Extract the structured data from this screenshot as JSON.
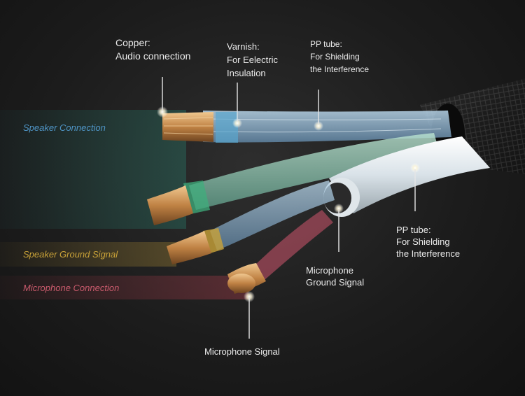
{
  "bands": [
    {
      "id": "speaker-connection",
      "label": "Speaker Connection",
      "color": "#3f86b8"
    },
    {
      "id": "speaker-ground",
      "label": "Speaker Ground Signal",
      "color": "#c9a238"
    },
    {
      "id": "microphone-connection",
      "label": "Microphone Connection",
      "color": "#c34a5c"
    }
  ],
  "callouts": {
    "copper": [
      "Copper:",
      "Audio connection"
    ],
    "varnish": [
      "Varnish:",
      "For Eelectric",
      "Insulation"
    ],
    "pp_tube_top": [
      "PP tube:",
      "For Shielding",
      "the Interference"
    ],
    "pp_tube_right": [
      "PP tube:",
      "For Shielding",
      "the Interference"
    ],
    "mic_ground": [
      "Microphone",
      "Ground Signal"
    ],
    "mic_signal": [
      "Microphone Signal"
    ]
  },
  "colors": {
    "copper": "#c98d4a",
    "varnish_blue": "#5aa6cf",
    "varnish_green": "#3fae7c",
    "varnish_red": "#d0566e",
    "tube_white": "#e8eef2",
    "braid": "#2a2a2a"
  }
}
